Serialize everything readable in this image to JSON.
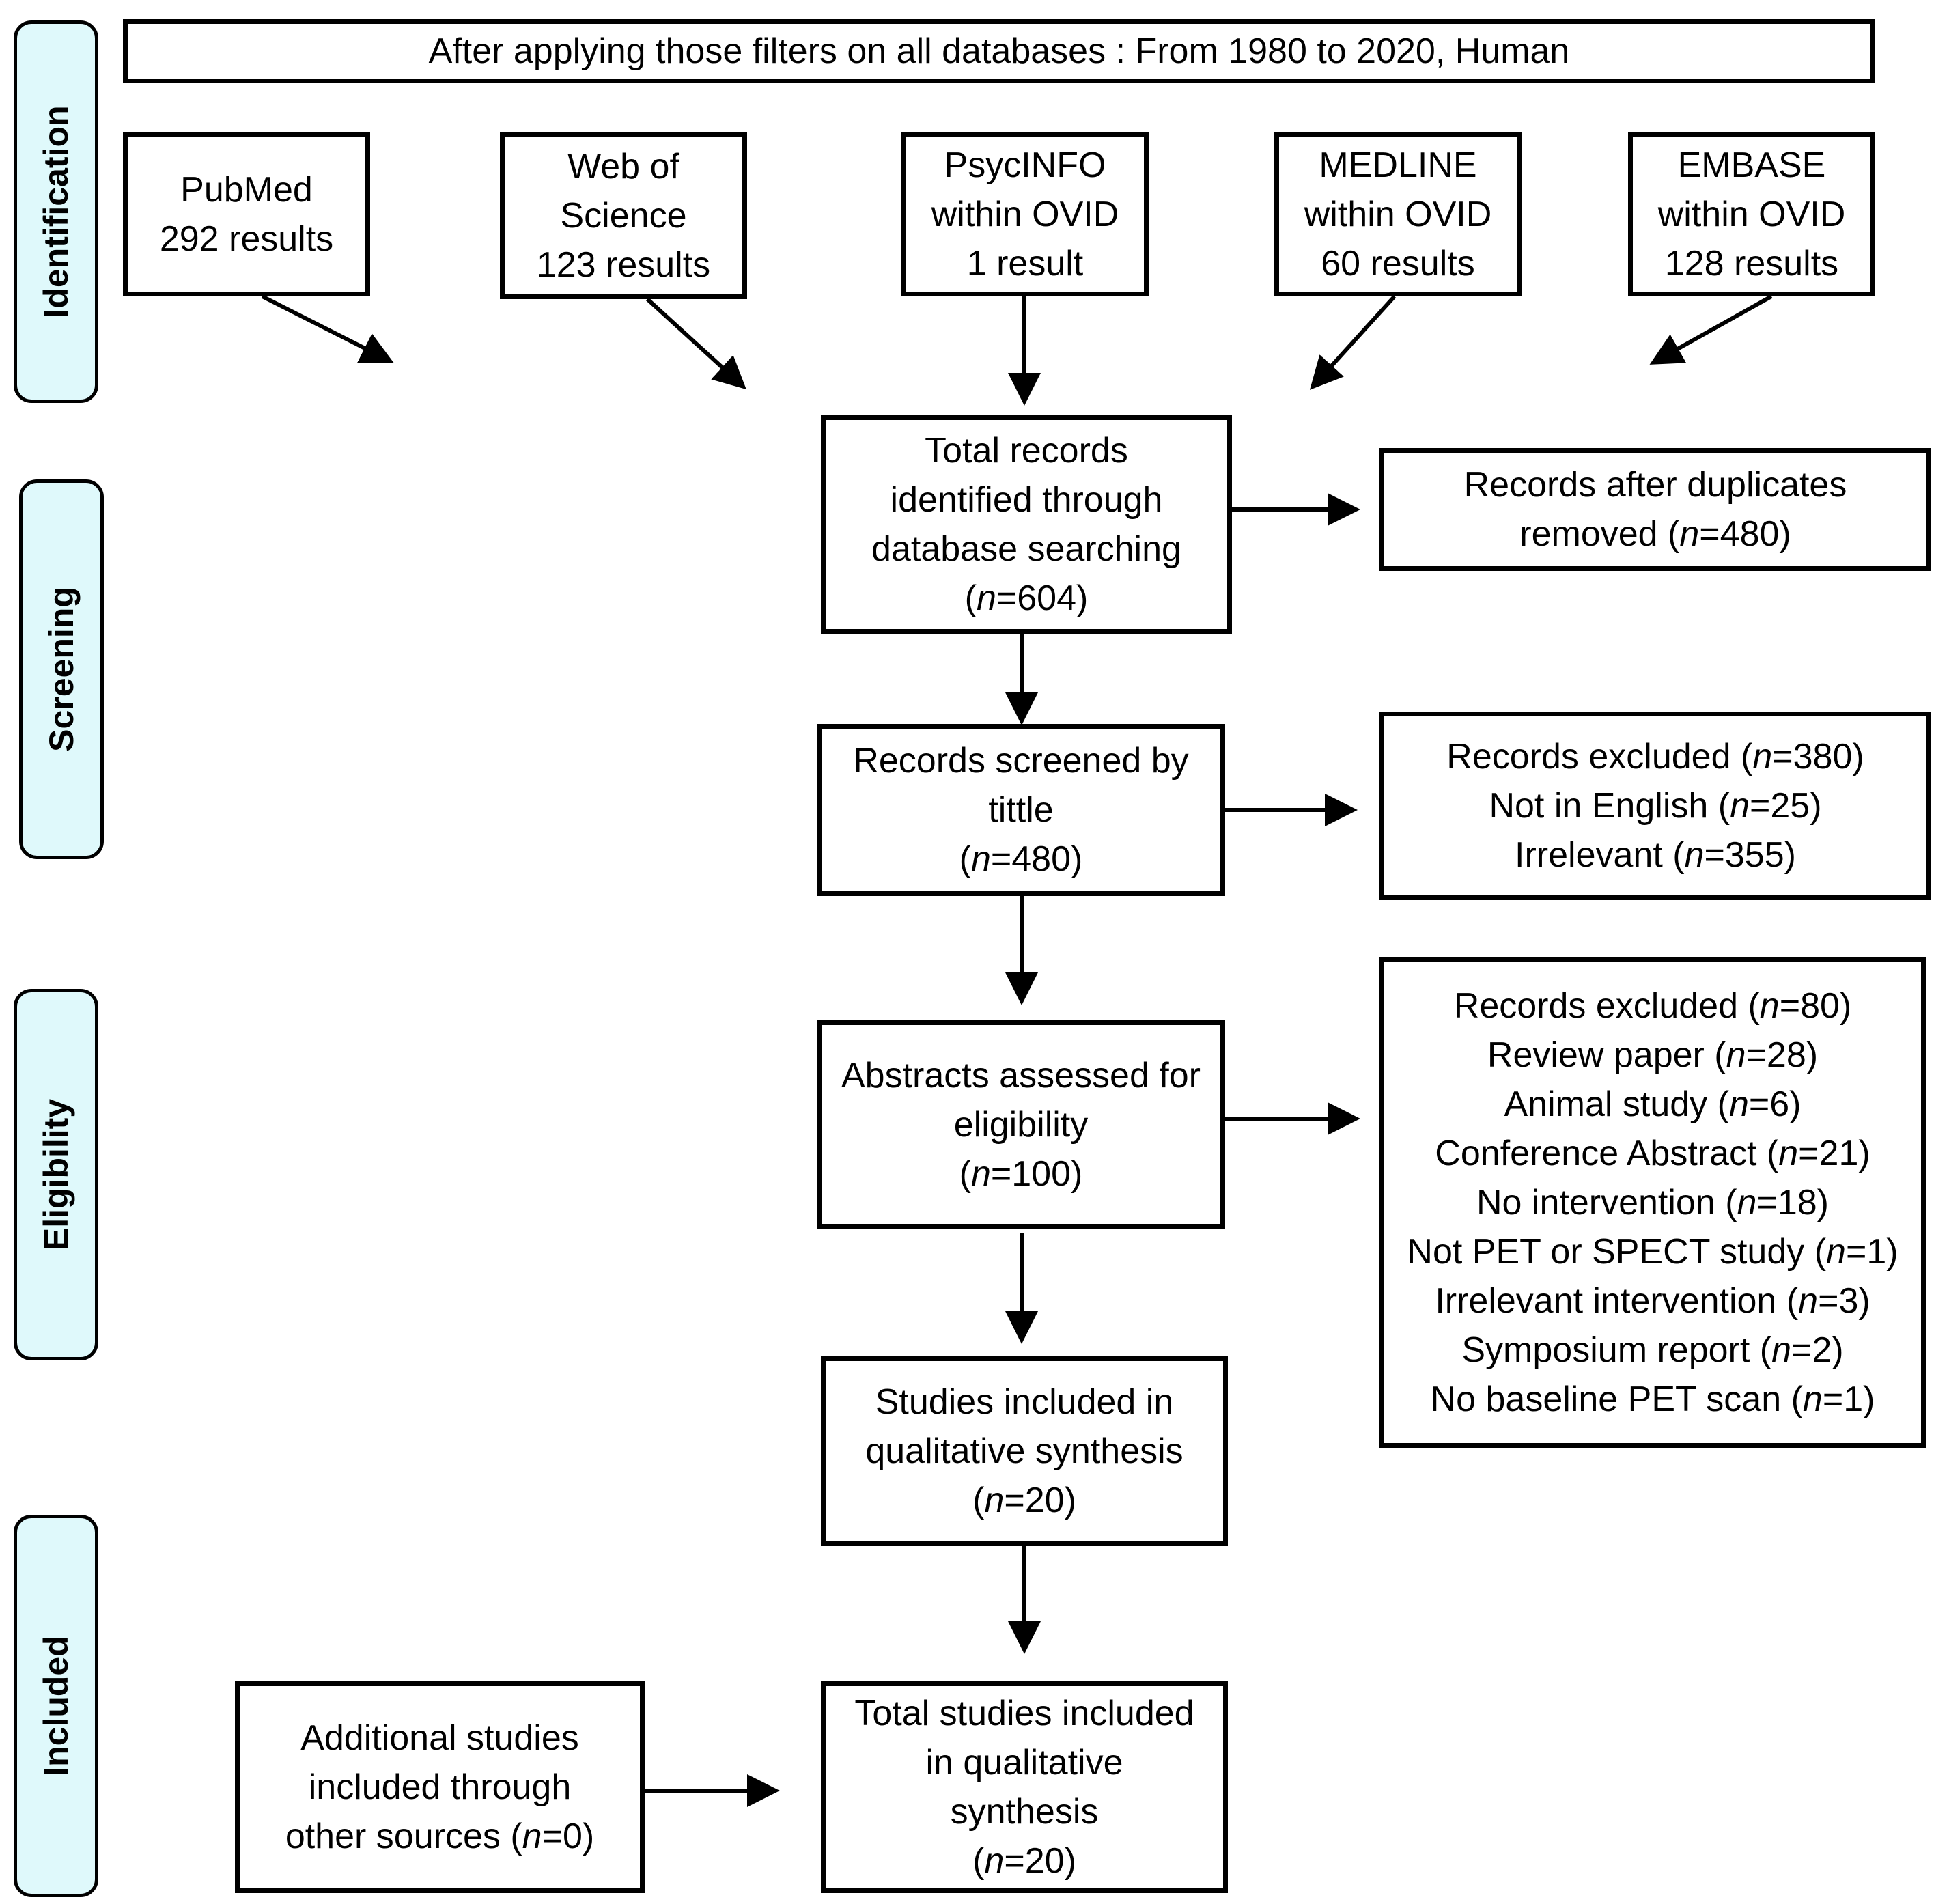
{
  "stages": {
    "identification": "Identification",
    "screening": "Screening",
    "eligibility": "Eligibility",
    "included": "Included"
  },
  "filter_banner": "After applying those filters on all databases : From 1980 to 2020, Human",
  "databases": {
    "pubmed": [
      "PubMed",
      "292 results"
    ],
    "wos": [
      "Web of",
      "Science",
      "123 results"
    ],
    "psycinfo": [
      "PsycINFO",
      "within OVID",
      "1 result"
    ],
    "medline": [
      "MEDLINE",
      "within OVID",
      "60 results"
    ],
    "embase": [
      "EMBASE",
      "within OVID",
      "128 results"
    ]
  },
  "total_identified": [
    "Total records",
    "identified through",
    "database searching",
    "(n=604)"
  ],
  "after_duplicates": [
    "Records after duplicates",
    "removed (n=480)"
  ],
  "screened": [
    "Records screened by",
    "tittle",
    "(n=480)"
  ],
  "excluded_screening": [
    "Records excluded (n=380)",
    "Not in English (n=25)",
    "Irrelevant (n=355)"
  ],
  "abstracts": [
    "Abstracts assessed for",
    "eligibility",
    "(n=100)"
  ],
  "excluded_eligibility": [
    "Records excluded (n=80)",
    "Review paper (n=28)",
    "Animal study (n=6)",
    "Conference Abstract (n=21)",
    "No intervention (n=18)",
    "Not PET or SPECT study (n=1)",
    "Irrelevant intervention (n=3)",
    "Symposium report (n=2)",
    "No baseline PET scan (n=1)"
  ],
  "studies_included": [
    "Studies included in",
    "qualitative synthesis",
    "(n=20)"
  ],
  "additional": [
    "Additional studies",
    "included through",
    "other sources (n=0)"
  ],
  "total_included": [
    "Total studies included",
    "in qualitative",
    "synthesis",
    "(n=20)"
  ]
}
